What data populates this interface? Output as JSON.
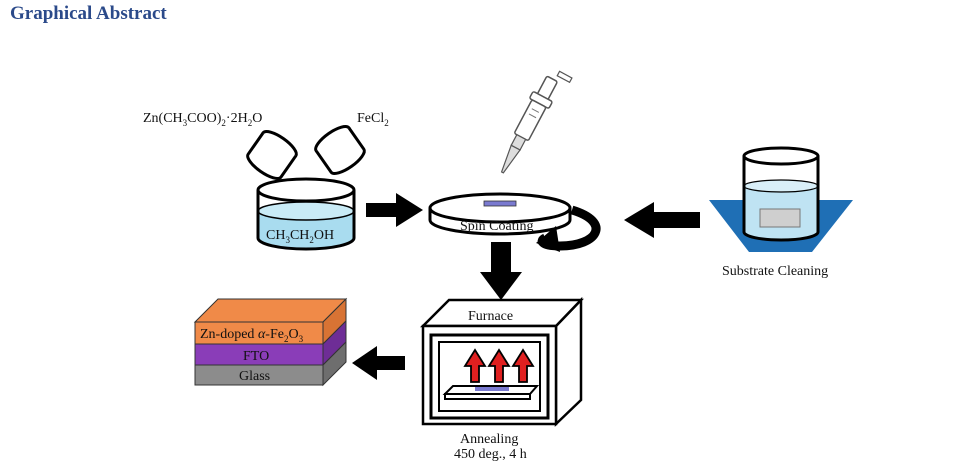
{
  "page": {
    "title": "Graphical Abstract"
  },
  "labels": {
    "zinc_precursor": {
      "base": "Zn(CH",
      "sub1": "3",
      "mid": "COO)",
      "sub2": "2",
      "tail": "·2H",
      "sub3": "2",
      "end": "O"
    },
    "iron_precursor": {
      "base": "FeCl",
      "sub1": "2"
    },
    "solvent": {
      "a": "CH",
      "s1": "3",
      "b": "CH",
      "s2": "2",
      "c": "OH"
    },
    "spin_coating": "Spin Coating",
    "substrate_cleaning": "Substrate Cleaning",
    "furnace": "Furnace",
    "annealing": "Annealing",
    "annealing_conditions": "450 deg., 4 h",
    "layer_top": {
      "a": "Zn-doped ",
      "alpha": "α",
      "b": "-Fe",
      "s1": "2",
      "c": "O",
      "s2": "3"
    },
    "layer_middle": "FTO",
    "layer_bottom": "Glass"
  },
  "colors": {
    "title": "#2b4a8a",
    "solution": "#a9dcef",
    "cleaning_tub": "#1f6fb5",
    "substrate": "#7a7ad0",
    "heat_arrow": "#e02020",
    "layer_top": "#f08a48",
    "layer_middle": "#8a3db8",
    "layer_bottom": "#8c8c8c"
  }
}
